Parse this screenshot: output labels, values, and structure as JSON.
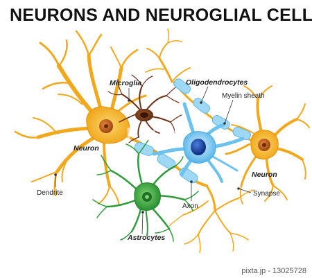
{
  "title": "NEURONS AND NEUROGLIAL CELLS",
  "labels": {
    "microglia": "Microglia",
    "oligodendrocytes": "Oligodendrocytes",
    "myelin_sheath": "Myelin sheath",
    "neuron_left": "Neuron",
    "neuron_right": "Neuron",
    "dendrite": "Dendrite",
    "axon": "Axon",
    "synapse": "Synapse",
    "astrocytes": "Astrocytes"
  },
  "watermark": "PIXTA",
  "footer": "pixta.jp  -  13025728",
  "colors": {
    "neuron": "#f2a81d",
    "neuron_light": "#f8c84a",
    "nucleus_neuron": "#c8641e",
    "microglia": "#7a3a1a",
    "oligodendrocyte": "#5fb9ea",
    "myelin": "#a9dcf4",
    "oligo_nucleus": "#1e4fb0",
    "astrocyte": "#2e9b3a",
    "astro_nucleus": "#1e6e28"
  }
}
